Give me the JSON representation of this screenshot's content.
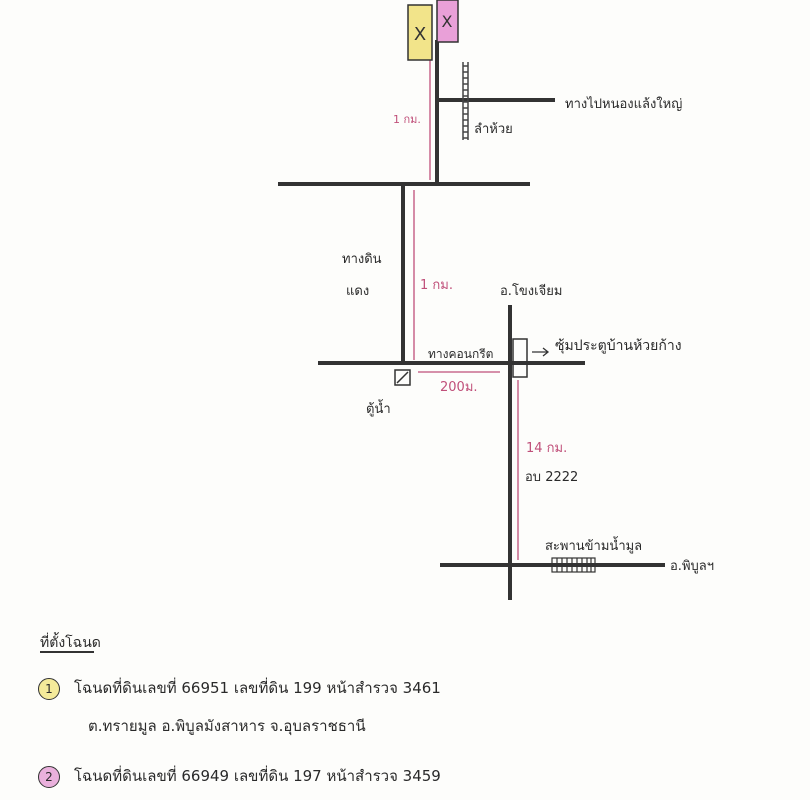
{
  "map": {
    "labels": {
      "to_nong_laeng_yai": "ทางไปหนองแล้งใหญ่",
      "stream": "ลำห้วย",
      "dist_1km_top": "1 กม.",
      "dirt_road_1": "ทางดิน",
      "dirt_road_2": "แดง",
      "dist_1km_mid": "1 กม.",
      "khong_chiam": "อ.โขงเจียม",
      "concrete_road": "ทางคอนกรีต",
      "village_gate": "ซุ้มประตูบ้านห้วยก้าง",
      "water_kiosk": "ตู้น้ำ",
      "dist_200m": "200ม.",
      "dist_14km": "14 กม.",
      "route": "อบ 2222",
      "bridge": "สะพานข้ามน้ำมูล",
      "phibun": "อ.พิบูลฯ"
    },
    "parcel_marks": [
      {
        "mark": "X",
        "color": "#f2e48a"
      },
      {
        "mark": "X",
        "color": "#e9a0d8"
      }
    ]
  },
  "legend": {
    "title": "ที่ตั้งโฉนด",
    "items": [
      {
        "num": "1",
        "color": "#f4ea9a",
        "line1": "โฉนดที่ดินเลขที่ 66951   เลขที่ดิน 199   หน้าสำรวจ 3461",
        "line2": "ต.ทรายมูล    อ.พิบูลมังสาหาร    จ.อุบลราชธานี"
      },
      {
        "num": "2",
        "color": "#eab0dc",
        "line1": "โฉนดที่ดินเลขที่ 66949   เลขที่ดิน 197   หน้าสำรวจ 3459"
      }
    ]
  }
}
